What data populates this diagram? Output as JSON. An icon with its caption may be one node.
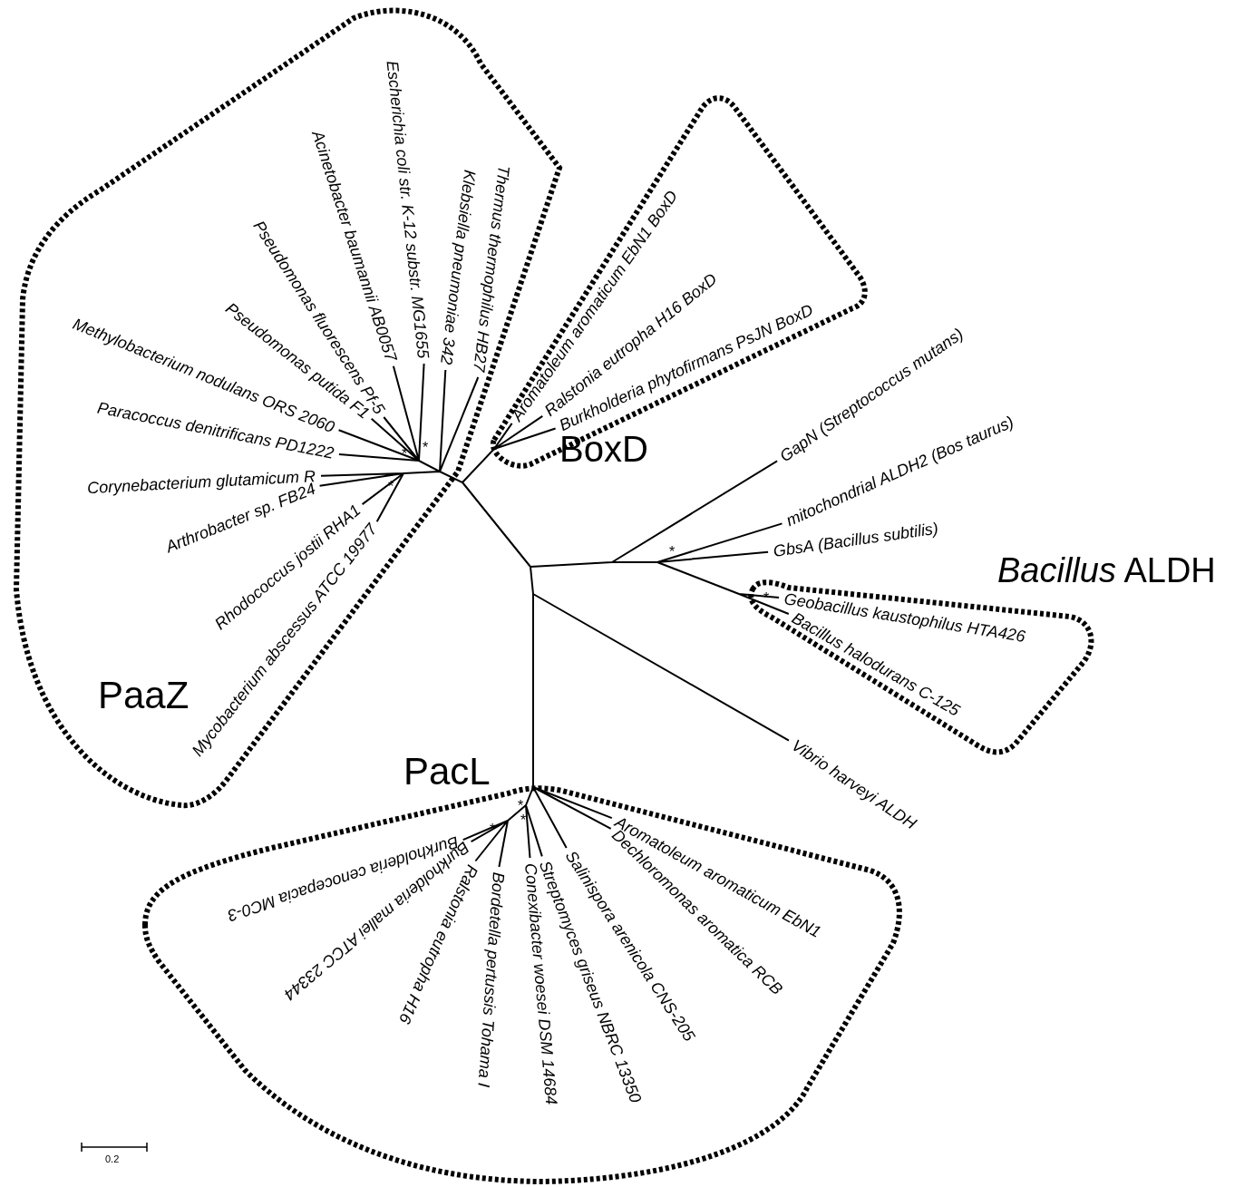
{
  "diagram": {
    "nodes": [
      {
        "text": [
          "PaaZ"
        ]
      },
      {
        "text": [
          "Thermus thermophilus HB27"
        ],
        "in": 0
      },
      {
        "text": [
          "Klebsiella pneumoniae 342"
        ],
        "in": 0
      },
      {
        "text": [
          "Escherichia coli str. K-12 substr. MG1655"
        ],
        "in": 0
      },
      {
        "text": [
          "Acinetobacter baumannii AB0057"
        ],
        "in": 0
      },
      {
        "text": [
          "Pseudomonas fluorescens Pf-5"
        ],
        "in": 0
      },
      {
        "text": [
          "Pseudomonas putida F1"
        ],
        "in": 0
      },
      {
        "text": [
          "Methylobacterium nodulans ORS 2060"
        ],
        "in": 0
      },
      {
        "text": [
          "Paracoccus denitrificans PD1222"
        ],
        "in": 0
      },
      {
        "text": [
          "Corynebacterium glutamicum R"
        ],
        "in": 0
      },
      {
        "text": [
          "Arthrobacter sp. FB24"
        ],
        "in": 0
      },
      {
        "text": [
          "Rhodococcus jostii RHA1"
        ],
        "in": 0
      },
      {
        "text": [
          "Mycobacterium abscessus ATCC 19977"
        ],
        "in": 0
      },
      {
        "text": [
          "BoxD"
        ]
      },
      {
        "text": [
          "Aromatoleum aromaticum EbN1 BoxD"
        ],
        "in": 13
      },
      {
        "text": [
          "Ralstonia eutropha H16 BoxD"
        ],
        "in": 13
      },
      {
        "text": [
          "Burkholderia phytofirmans PsJN BoxD"
        ],
        "in": 13
      },
      {
        "text": [
          "GapN (Streptococcus mutans)"
        ]
      },
      {
        "text": [
          "mitochondrial ALDH2 (Bos taurus)"
        ]
      },
      {
        "text": [
          "GbsA (Bacillus subtilis)"
        ]
      },
      {
        "text": [
          "*Bacillus* ALDH"
        ]
      },
      {
        "text": [
          "Geobacillus kaustophilus HTA426"
        ],
        "in": 20
      },
      {
        "text": [
          "Bacillus halodurans C-125"
        ],
        "in": 20
      },
      {
        "text": [
          "Vibrio harveyi ALDH"
        ]
      },
      {
        "text": [
          "PacL"
        ]
      },
      {
        "text": [
          "Aromatoleum aromaticum EbN1"
        ],
        "in": 24
      },
      {
        "text": [
          "Dechloromonas aromatica RCB"
        ],
        "in": 24
      },
      {
        "text": [
          "Salinispora arenicola CNS-205"
        ],
        "in": 24
      },
      {
        "text": [
          "Streptomyces griseus NBRC 13350"
        ],
        "in": 24
      },
      {
        "text": [
          "Conexibacter woesei DSM 14684"
        ],
        "in": 24
      },
      {
        "text": [
          "Bordetella pertussis Tohama I"
        ],
        "in": 24
      },
      {
        "text": [
          "Ralstonia eutropha H16"
        ],
        "in": 24
      },
      {
        "text": [
          "Burkholderia mallei ATCC 23344"
        ],
        "in": 24
      },
      {
        "text": [
          "Burkholderia cenocepacia MC0-3"
        ],
        "in": 24
      }
    ],
    "edges": [],
    "labels": [
      "*",
      "*",
      "*",
      "*",
      "*",
      "*",
      "*",
      "*",
      "0.2"
    ]
  }
}
